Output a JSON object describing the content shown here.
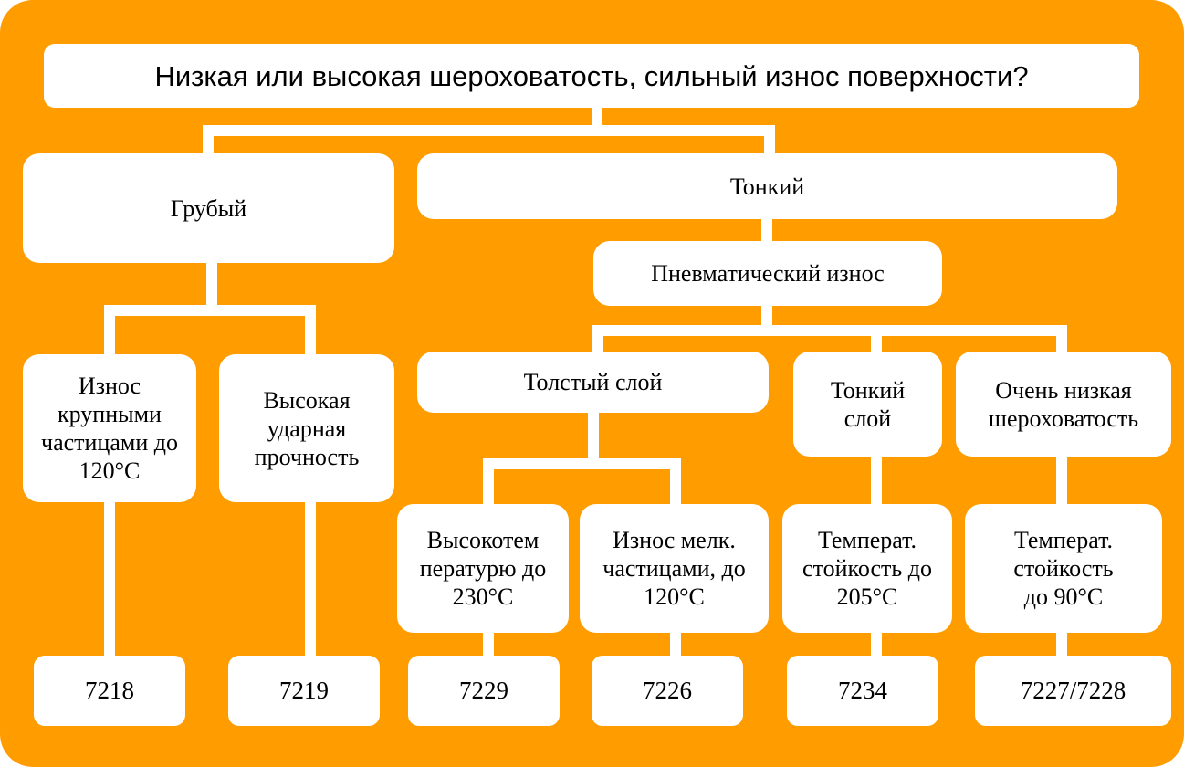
{
  "title": "Низкая или высокая шероховатость, сильный износ поверхности?",
  "nodes": {
    "coarse": "Грубый",
    "fine": "Тонкий",
    "pneumatic": "Пневматический износ",
    "large_particles": "Износ крупными частицами до 120°C",
    "impact": "Высокая ударная прочность",
    "thick_layer": "Толстый слой",
    "thin_layer": "Тонкий слой",
    "very_low": "Очень низкая шероховатость",
    "high_temp": "Высокотем пературю до 230°C",
    "small_particles": "Износ мелк. частицами, до 120°C",
    "temp205": "Температ. стойкость до 205°C",
    "temp90": "Температ. стойкость до 90°C"
  },
  "products": [
    "7218",
    "7219",
    "7229",
    "7226",
    "7234",
    "7227/7228"
  ],
  "colors": {
    "background": "#FF9C00",
    "box": "#FFFFFF"
  }
}
